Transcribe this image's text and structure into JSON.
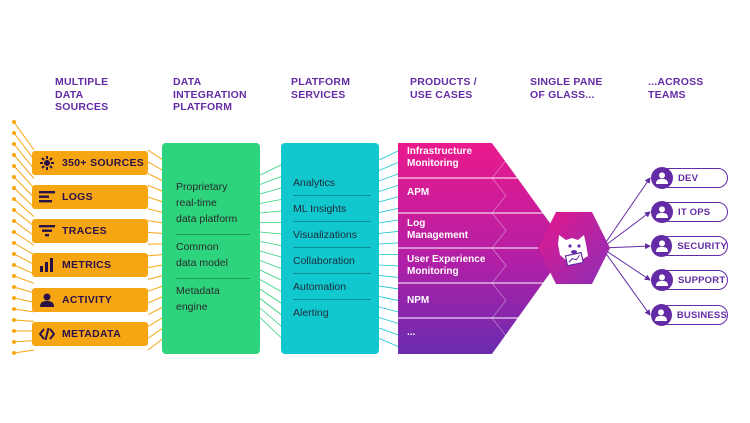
{
  "headers": [
    {
      "text": "MULTIPLE\nDATA\nSOURCES"
    },
    {
      "text": "DATA\nINTEGRATION\nPLATFORM"
    },
    {
      "text": "PLATFORM\nSERVICES"
    },
    {
      "text": "PRODUCTS /\nUSE CASES"
    },
    {
      "text": "SINGLE PANE\nOF GLASS..."
    },
    {
      "text": "...ACROSS\nTEAMS"
    }
  ],
  "sources": [
    {
      "label": "350+ SOURCES",
      "icon": "gear-cluster-icon"
    },
    {
      "label": "LOGS",
      "icon": "logs-lines-icon"
    },
    {
      "label": "TRACES",
      "icon": "traces-filter-icon"
    },
    {
      "label": "METRICS",
      "icon": "bar-chart-icon"
    },
    {
      "label": "ACTIVITY",
      "icon": "user-icon"
    },
    {
      "label": "METADATA",
      "icon": "code-brackets-icon"
    }
  ],
  "integration": {
    "items": [
      "Proprietary\nreal-time\ndata platform",
      "Common\ndata model",
      "Metadata\nengine"
    ]
  },
  "services": {
    "items": [
      "Analytics",
      "ML Insights",
      "Visualizations",
      "Collaboration",
      "Automation",
      "Alerting"
    ]
  },
  "products": [
    {
      "label": "Infrastructure\nMonitoring"
    },
    {
      "label": "APM"
    },
    {
      "label": "Log\nManagement"
    },
    {
      "label": "User Experience\nMonitoring"
    },
    {
      "label": "NPM"
    },
    {
      "label": "..."
    }
  ],
  "pane": {
    "icon": "datadog-dog-icon"
  },
  "teams": [
    {
      "label": "DEV"
    },
    {
      "label": "IT OPS"
    },
    {
      "label": "SECURITY"
    },
    {
      "label": "SUPPORT"
    },
    {
      "label": "BUSINESS"
    }
  ],
  "colors": {
    "purple": "#632ca6",
    "orange": "#f7a613",
    "green": "#2ed37d",
    "teal": "#10c8ce",
    "magenta": "#e5178b"
  }
}
